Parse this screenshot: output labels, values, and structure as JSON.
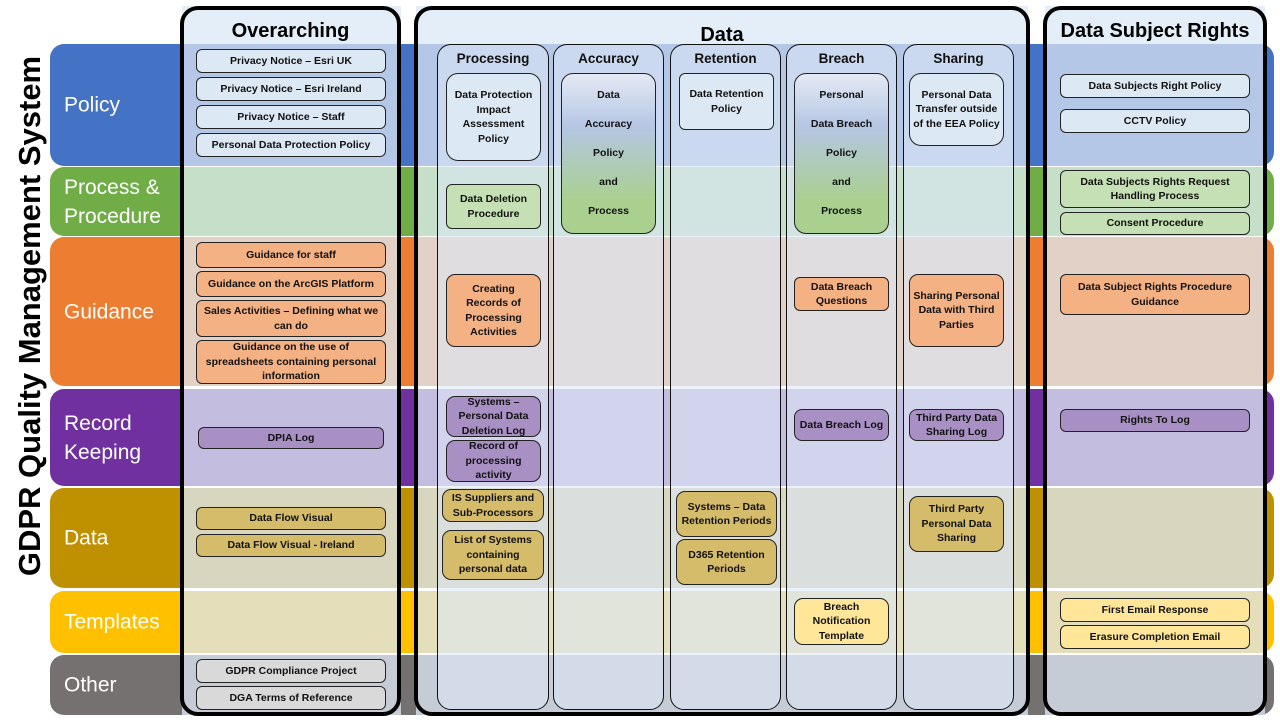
{
  "title": "GDPR Quality Management System",
  "colors": {
    "policy": "#4472c4",
    "process": "#70ad47",
    "guidance": "#ed7d31",
    "record": "#7030a0",
    "data": "#bf9000",
    "templates": "#ffc000",
    "other": "#767171"
  },
  "rows": [
    {
      "key": "policy",
      "label": "Policy"
    },
    {
      "key": "process",
      "label": "Process & Procedure"
    },
    {
      "key": "guidance",
      "label": "Guidance"
    },
    {
      "key": "record",
      "label": "Record Keeping"
    },
    {
      "key": "data",
      "label": "Data"
    },
    {
      "key": "templates",
      "label": "Templates"
    },
    {
      "key": "other",
      "label": "Other"
    }
  ],
  "columns": {
    "overarching": {
      "title": "Overarching",
      "items": [
        "Privacy Notice – Esri UK",
        "Privacy Notice – Esri Ireland",
        "Privacy Notice – Staff",
        "Personal Data Protection Policy",
        "Guidance for staff",
        "Guidance on the ArcGIS Platform",
        "Sales Activities – Defining what we can do",
        "Guidance on the use of spreadsheets containing personal information",
        "DPIA Log",
        "Data Flow Visual",
        "Data Flow Visual - Ireland",
        "GDPR Compliance Project",
        "DGA Terms of Reference"
      ]
    },
    "data": {
      "title": "Data",
      "sub": {
        "processing": {
          "title": "Processing",
          "items": [
            "Data Protection Impact Assessment Policy",
            "Data Deletion Procedure",
            "Creating Records of Processing Activities",
            "Systems – Personal Data Deletion Log",
            "Record of processing activity",
            "IS Suppliers and Sub-Processors",
            "List of Systems containing personal data"
          ]
        },
        "accuracy": {
          "title": "Accuracy",
          "items": [
            "Data",
            "Accuracy",
            "Policy",
            "and",
            "Process"
          ]
        },
        "retention": {
          "title": "Retention",
          "items": [
            "Data Retention Policy",
            "Systems – Data Retention Periods",
            "D365 Retention Periods"
          ]
        },
        "breach": {
          "title": "Breach",
          "policy_lines": [
            "Personal",
            "Data Breach",
            "Policy",
            "and",
            "Process"
          ],
          "items": [
            "Data Breach Questions",
            "Data Breach Log",
            "Breach Notification Template"
          ]
        },
        "sharing": {
          "title": "Sharing",
          "items": [
            "Personal Data Transfer outside of the EEA Policy",
            "Sharing Personal Data with Third Parties",
            "Third Party Data Sharing Log",
            "Third Party Personal Data Sharing"
          ]
        }
      }
    },
    "dsr": {
      "title": "Data Subject Rights",
      "items": [
        "Data Subjects Right Policy",
        "CCTV Policy",
        "Data Subjects Rights Request Handling Process",
        "Consent Procedure",
        "Data Subject Rights Procedure Guidance",
        "Rights To Log",
        "First Email Response",
        "Erasure Completion Email"
      ]
    }
  }
}
